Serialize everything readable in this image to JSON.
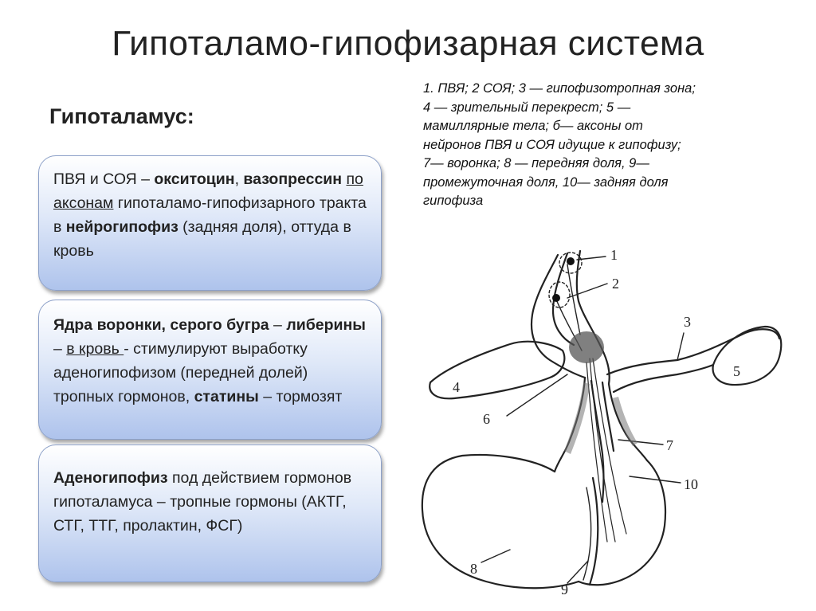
{
  "title": "Гипоталамо-гипофизарная система",
  "subtitle": "Гипоталамус:",
  "boxes": [
    {
      "p1": "ПВЯ и СОЯ – ",
      "b1": "окситоцин",
      "p2": ", ",
      "b2": "вазопрессин",
      "p3": " ",
      "u1": "по аксонам",
      "p4": " гипоталамо-гипофизарного тракта в ",
      "b3": "нейрогипофиз",
      "p5": " (задняя доля), оттуда в кровь"
    },
    {
      "b1": "Ядра воронки, серого бугра",
      "p1": " – ",
      "b2": "либерины",
      "p2": " – ",
      "u1": "в кровь ",
      "p3": "- стимулируют выработку аденогипофизом (передней долей) тропных гормонов, ",
      "b3": "статины",
      "p4": " – тормозят"
    },
    {
      "b1": "Аденогипофиз",
      "p1": " под действием гормонов гипоталамуса – тропные гормоны (АКТГ, СТГ, ТТГ, пролактин, ФСГ)"
    }
  ],
  "legend": [
    "1. ПВЯ; 2  СОЯ; 3 — гипофизотропная зона;",
    "4 — зрительный перекрест; 5 —",
    "мамиллярные тела; б— аксоны от",
    "нейронов ПВЯ и СОЯ идущие к гипофизу;",
    "7— воронка;  8 — передняя доля, 9—",
    "промежуточная доля, 10— задняя доля",
    "гипофиза"
  ],
  "figure_labels": [
    "1",
    "2",
    "3",
    "4",
    "5",
    "6",
    "7",
    "8",
    "9",
    "10"
  ]
}
